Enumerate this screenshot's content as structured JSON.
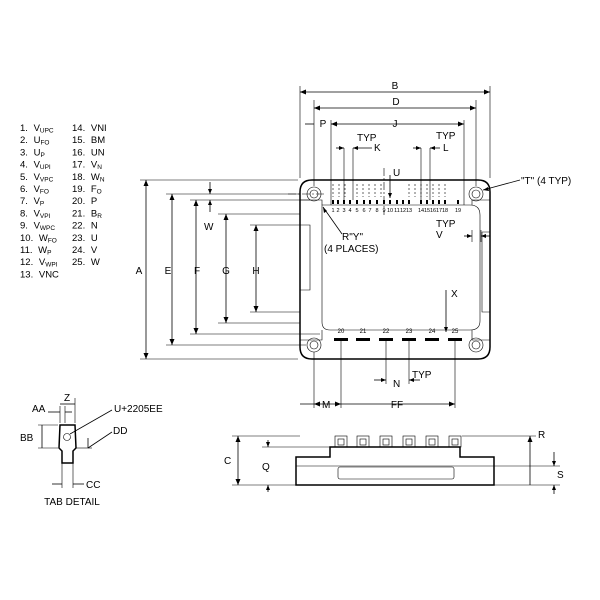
{
  "pin_list": {
    "left": [
      {
        "num": "1.",
        "base": "V",
        "sub": "UPC"
      },
      {
        "num": "2.",
        "base": "U",
        "sub": "FO"
      },
      {
        "num": "3.",
        "base": "U",
        "sub": "P"
      },
      {
        "num": "4.",
        "base": "V",
        "sub": "UPI"
      },
      {
        "num": "5.",
        "base": "V",
        "sub": "VPC"
      },
      {
        "num": "6.",
        "base": "V",
        "sub": "FO"
      },
      {
        "num": "7.",
        "base": "V",
        "sub": "P"
      },
      {
        "num": "8.",
        "base": "V",
        "sub": "VPI"
      },
      {
        "num": "9.",
        "base": "V",
        "sub": "WPC"
      },
      {
        "num": "10.",
        "base": "W",
        "sub": "FO"
      },
      {
        "num": "11.",
        "base": "W",
        "sub": "P"
      },
      {
        "num": "12.",
        "base": "V",
        "sub": "WPI"
      },
      {
        "num": "13.",
        "base": "VNC",
        "sub": ""
      }
    ],
    "right": [
      {
        "num": "14.",
        "base": "VNI",
        "sub": ""
      },
      {
        "num": "15.",
        "base": "BM",
        "sub": ""
      },
      {
        "num": "16.",
        "base": "UN",
        "sub": ""
      },
      {
        "num": "17.",
        "base": "V",
        "sub": "N"
      },
      {
        "num": "18.",
        "base": "W",
        "sub": "N"
      },
      {
        "num": "19.",
        "base": "F",
        "sub": "O"
      },
      {
        "num": "20.",
        "base": "P",
        "sub": ""
      },
      {
        "num": "21.",
        "base": "B",
        "sub": "R"
      },
      {
        "num": "22.",
        "base": "N",
        "sub": ""
      },
      {
        "num": "23.",
        "base": "U",
        "sub": ""
      },
      {
        "num": "24.",
        "base": "V",
        "sub": ""
      },
      {
        "num": "25.",
        "base": "W",
        "sub": ""
      }
    ]
  },
  "dimensions": {
    "A": "A",
    "B": "B",
    "C": "C",
    "D": "D",
    "E": "E",
    "F": "F",
    "G": "G",
    "H": "H",
    "J": "J",
    "K": "K",
    "L": "L",
    "M": "M",
    "N": "N",
    "P": "P",
    "Q": "Q",
    "R": "R",
    "S": "S",
    "U": "U",
    "V": "V",
    "W": "W",
    "X": "X",
    "Z": "Z",
    "AA": "AA",
    "BB": "BB",
    "CC": "CC",
    "DD": "DD",
    "FF": "FF"
  },
  "annotations": {
    "typ_k": "TYP",
    "typ_l": "TYP",
    "typ_v": "TYP",
    "typ_n": "TYP",
    "radius_y": "R\"Y\"",
    "places": "(4 PLACES)",
    "t_typ": "\"T\" (4 TYP)",
    "tab_callout": "U+2205EE",
    "tab_detail": "TAB DETAIL"
  },
  "control_pin_numbers": [
    "1",
    "2",
    "3",
    "4",
    "5",
    "6",
    "7",
    "8",
    "9",
    "10",
    "11",
    "12",
    "13",
    "14",
    "15",
    "16",
    "17",
    "18",
    "19"
  ],
  "power_pin_numbers": [
    "20",
    "21",
    "22",
    "23",
    "24",
    "25"
  ]
}
